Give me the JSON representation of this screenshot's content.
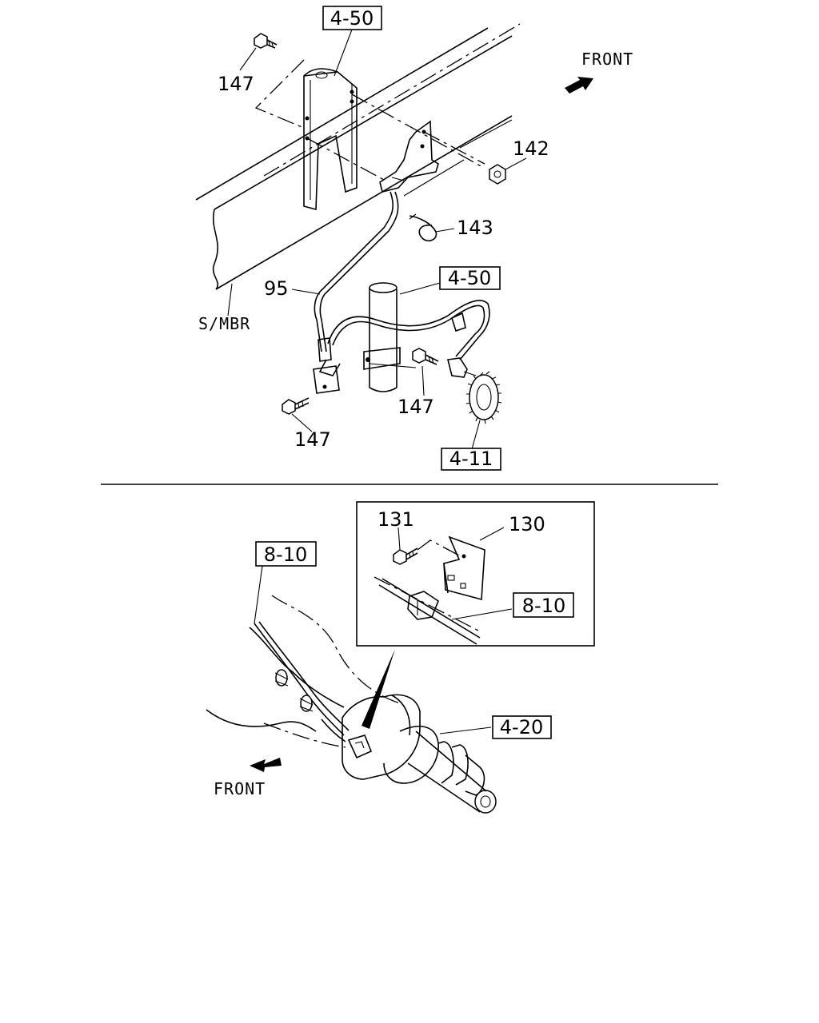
{
  "top": {
    "ref_box_upper": "4-50",
    "ref_box_middle": "4-50",
    "ref_box_gear": "4-11",
    "front_label": "FRONT",
    "member_label": "S/MBR",
    "callouts": [
      "147",
      "142",
      "143",
      "95",
      "147",
      "147"
    ]
  },
  "bottom": {
    "ref_box_left": "8-10",
    "ref_box_inset": "8-10",
    "ref_box_transmission": "4-20",
    "front_label": "FRONT",
    "inset_callouts": [
      "131",
      "130"
    ]
  }
}
